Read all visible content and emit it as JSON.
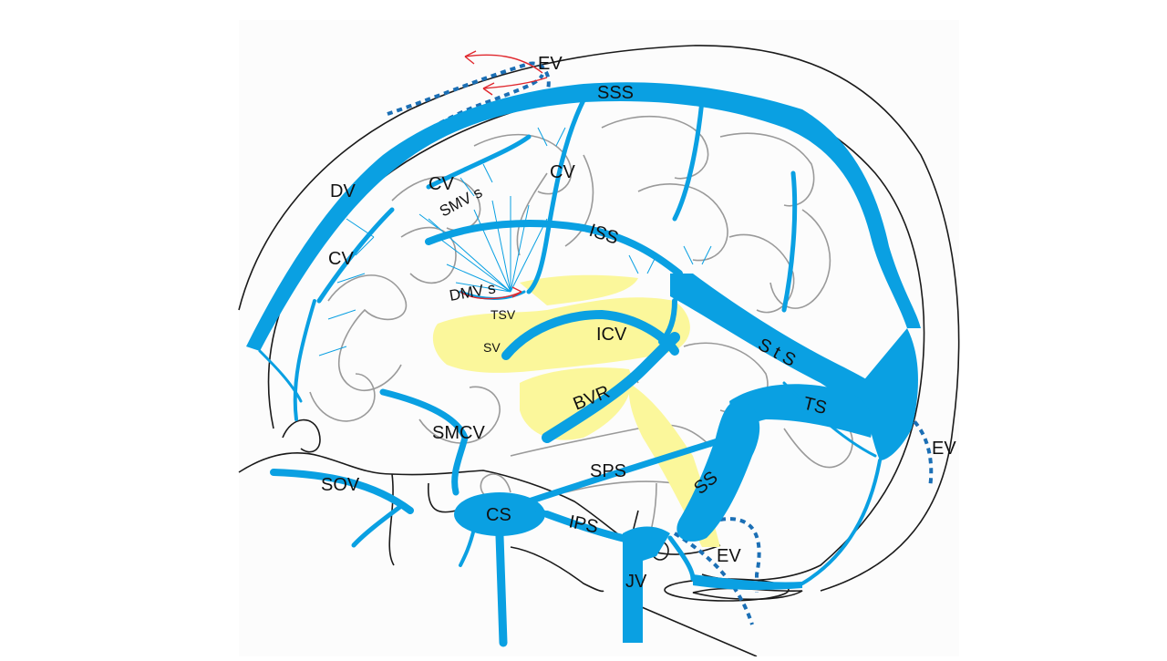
{
  "diagram": {
    "colors": {
      "vein": "#0aa0e2",
      "vein_dark": "#1b6fb5",
      "outline": "#1a1a1a",
      "gyri": "#9a9a9a",
      "deep_region": "#fbf79b",
      "arrow": "#e0282e",
      "panel": "#fcfcfc"
    },
    "labels": {
      "ev_top": "EV",
      "sss": "SSS",
      "dv": "DV",
      "cv_upper": "CV",
      "cv_mid": "CV",
      "cv_left": "CV",
      "smvs": "SMV s",
      "iss": "ISS",
      "dmvs": "DMV s",
      "tsv": "TSV",
      "sv": "SV",
      "icv": "ICV",
      "sts": "S t S",
      "ts": "TS",
      "bvr": "BVR",
      "smcv": "SMCV",
      "sov": "SOV",
      "sps": "SPS",
      "ss": "SS",
      "cs": "CS",
      "ips": "IPS",
      "ev_right": "EV",
      "ev_bottom": "EV",
      "jv": "JV"
    }
  }
}
